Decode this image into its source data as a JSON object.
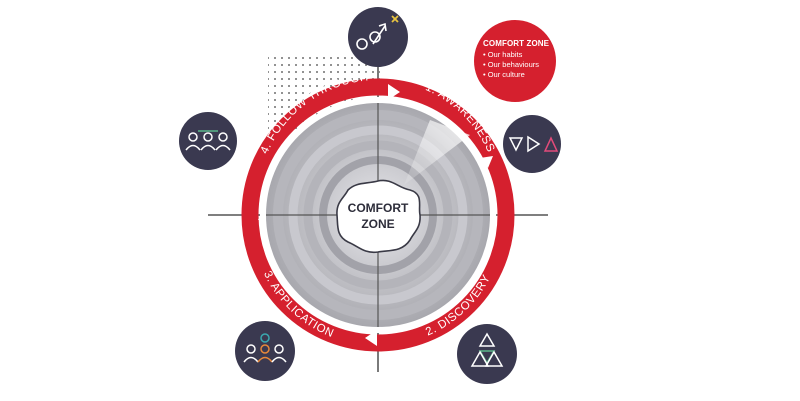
{
  "center": {
    "line1": "COMFORT",
    "line2": "ZONE"
  },
  "stages": {
    "awareness": "1. AWARENESS",
    "discovery": "2. DISCOVERY",
    "application": "3. APPLICATION",
    "follow_through": "4. FOLLOW THROUGH"
  },
  "callout": {
    "title": "COMFORT ZONE",
    "items": [
      "Our habits",
      "Our behaviours",
      "Our culture"
    ]
  },
  "icons": {
    "top": "direction-arrow-icon",
    "right": "triangles-progression-icon",
    "left": "connected-people-icon",
    "bottom_left": "group-people-icon",
    "bottom_right": "nested-triangles-icon"
  },
  "colors": {
    "ring_red": "#d5202e",
    "icon_circle": "#3a3950",
    "axis": "#333333",
    "accent_yellow": "#e8c440",
    "accent_pink": "#e24b7a",
    "accent_green": "#5bb88a",
    "accent_teal": "#3aa9b0",
    "accent_orange": "#e8883a"
  }
}
